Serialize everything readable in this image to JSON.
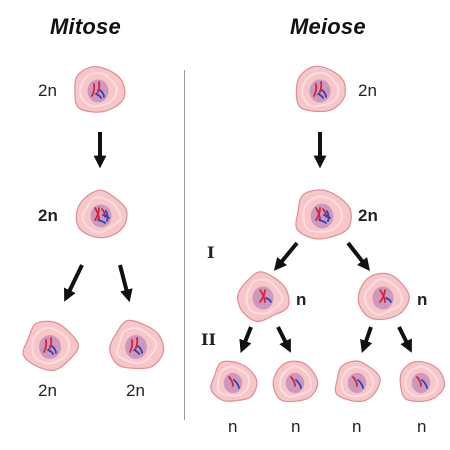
{
  "mitosis": {
    "title": "Mitose",
    "parent_ploidy": "2n",
    "dividing_ploidy": "2n",
    "daughter_ploidy": [
      "2n",
      "2n"
    ]
  },
  "meiosis": {
    "title": "Meiose",
    "parent_ploidy": "2n",
    "dividing_ploidy": "2n",
    "stage_1": "I",
    "meiosis_i_ploidy": [
      "n",
      "n"
    ],
    "stage_2": "II",
    "gamete_ploidy": [
      "n",
      "n",
      "n",
      "n"
    ]
  },
  "colors": {
    "cell_fill": "#f6c6c8",
    "cell_edge": "#dc8f92",
    "nucleus": "#c58fbc",
    "chromosome_red": "#d6233a",
    "chromosome_blue": "#2e45b8",
    "arrow": "#111111"
  }
}
